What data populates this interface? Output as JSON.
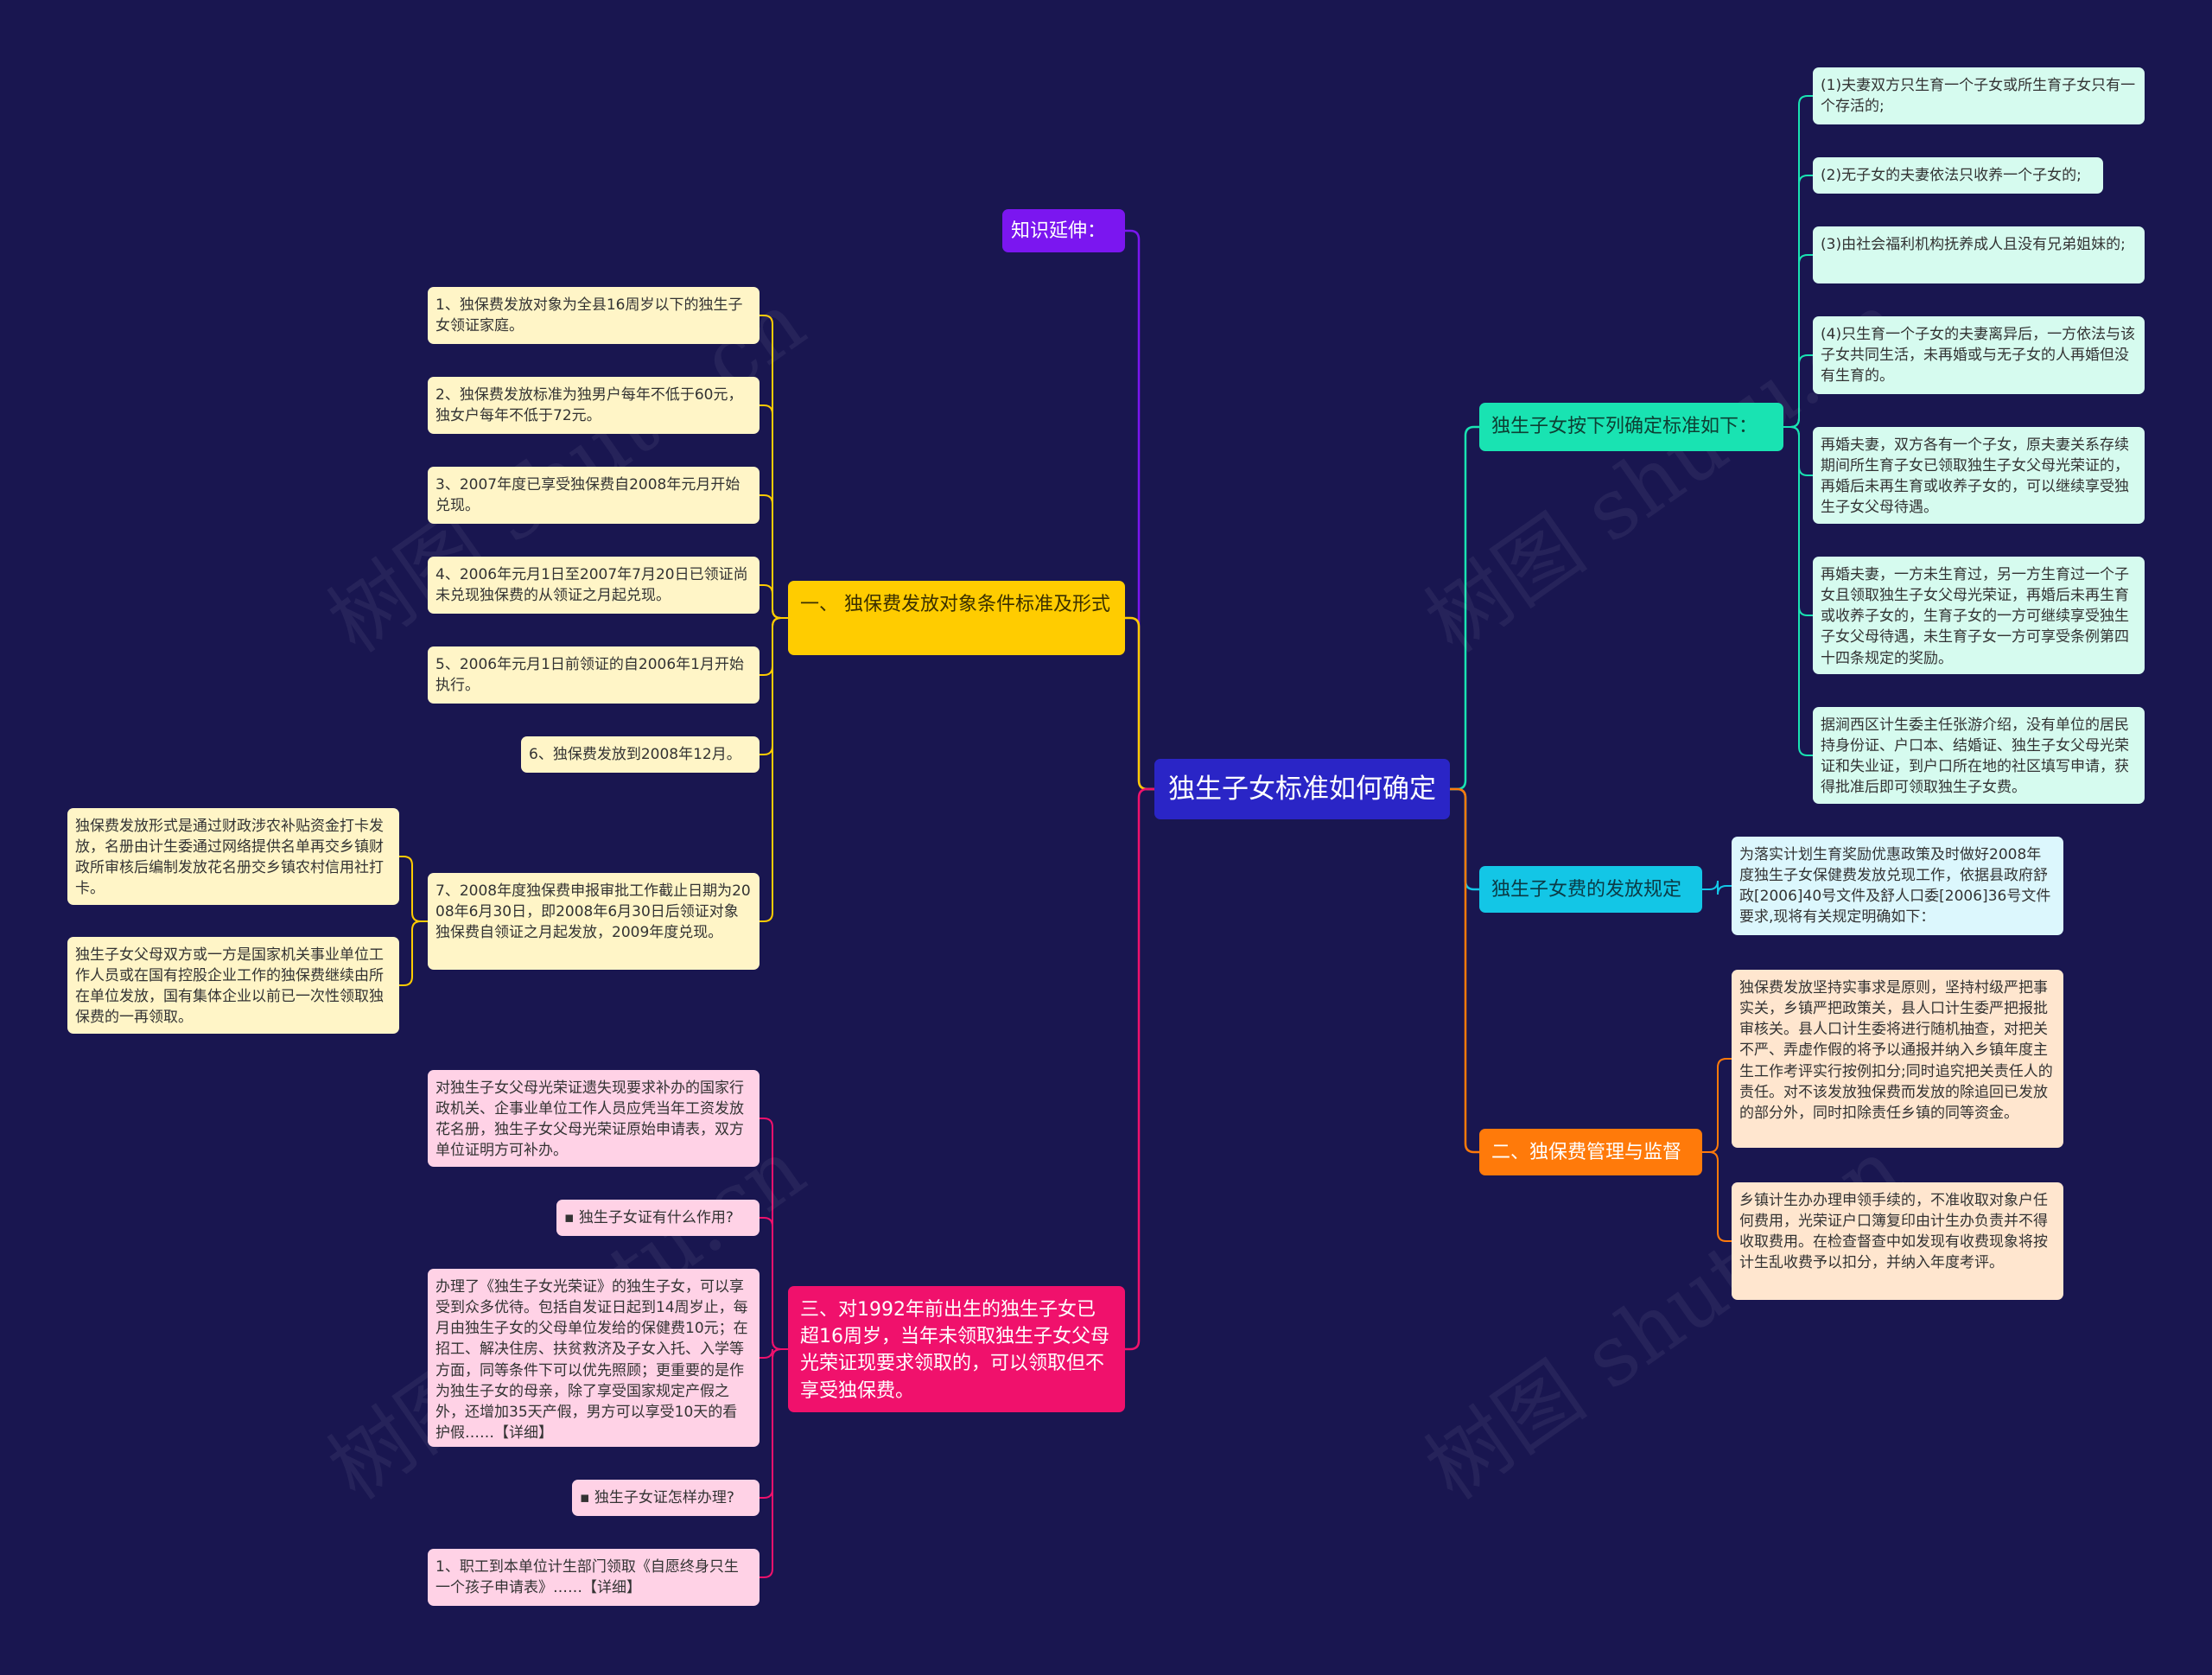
{
  "root": {
    "label": "独生子女标准如何确定"
  },
  "knowledge": {
    "label": "知识延伸："
  },
  "section1": {
    "label": "一、 独保费发放对象条件标准及形式",
    "items": [
      "1、独保费发放对象为全县16周岁以下的独生子女领证家庭。",
      "2、独保费发放标准为独男户每年不低于60元，独女户每年不低于72元。",
      "3、2007年度已享受独保费自2008年元月开始兑现。",
      "4、2006年元月1日至2007年7月20日已领证尚未兑现独保费的从领证之月起兑现。",
      "5、2006年元月1日前领证的自2006年1月开始执行。",
      "6、独保费发放到2008年12月。",
      "7、2008年度独保费申报审批工作截止日期为2008年6月30日，即2008年6月30日后领证对象独保费自领证之月起发放，2009年度兑现。"
    ],
    "sub": [
      "独保费发放形式是通过财政涉农补贴资金打卡发放，名册由计生委通过网络提供名单再交乡镇财政所审核后编制发放花名册交乡镇农村信用社打卡。",
      "独生子女父母双方或一方是国家机关事业单位工作人员或在国有控股企业工作的独保费继续由所在单位发放，国有集体企业以前已一次性领取独保费的一再领取。"
    ]
  },
  "section3": {
    "label": "三、对1992年前出生的独生子女已超16周岁，当年未领取独生子女父母光荣证现要求领取的，可以领取但不享受独保费。",
    "items": [
      "对独生子女父母光荣证遗失现要求补办的国家行政机关、企事业单位工作人员应凭当年工资发放花名册，独生子女父母光荣证原始申请表，双方单位证明方可补办。",
      "▪ 独生子女证有什么作用?",
      "办理了《独生子女光荣证》的独生子女，可以享受到众多优待。包括自发证日起到14周岁止，每月由独生子女的父母单位发给的保健费10元；在招工、解决住房、扶贫救济及子女入托、入学等方面，同等条件下可以优先照顾；更重要的是作为独生子女的母亲，除了享受国家规定产假之外，还增加35天产假，男方可以享受10天的看护假……【详细】",
      "▪ 独生子女证怎样办理?",
      "1、职工到本单位计生部门领取《自愿终身只生一个孩子申请表》……【详细】"
    ]
  },
  "standard": {
    "label": "独生子女按下列确定标准如下：",
    "items": [
      "(1)夫妻双方只生育一个子女或所生育子女只有一个存活的;",
      "(2)无子女的夫妻依法只收养一个子女的;",
      "(3)由社会福利机构抚养成人且没有兄弟姐妹的;",
      "(4)只生育一个子女的夫妻离异后，一方依法与该子女共同生活，未再婚或与无子女的人再婚但没有生育的。",
      "再婚夫妻，双方各有一个子女，原夫妻关系存续期间所生育子女已领取独生子女父母光荣证的，再婚后未再生育或收养子女的，可以继续享受独生子女父母待遇。",
      "再婚夫妻，一方未生育过，另一方生育过一个子女且领取独生子女父母光荣证，再婚后未再生育或收养子女的，生育子女的一方可继续享受独生子女父母待遇，未生育子女一方可享受条例第四十四条规定的奖励。",
      "据涧西区计生委主任张游介绍，没有单位的居民持身份证、户口本、结婚证、独生子女父母光荣证和失业证，到户口所在地的社区填写申请，获得批准后即可领取独生子女费。"
    ]
  },
  "issuance": {
    "label": "独生子女费的发放规定",
    "items": [
      "为落实计划生育奖励优惠政策及时做好2008年度独生子女保健费发放兑现工作，依据县政府舒政[2006]40号文件及舒人口委[2006]36号文件要求,现将有关规定明确如下："
    ]
  },
  "section2": {
    "label": "二、独保费管理与监督",
    "items": [
      "独保费发放坚持实事求是原则，坚持村级严把事实关，乡镇严把政策关，县人口计生委严把报批审核关。县人口计生委将进行随机抽查，对把关不严、弄虚作假的将予以通报并纳入乡镇年度主生工作考评实行按例扣分;同时追究把关责任人的责任。对不该发放独保费而发放的除追回已发放的部分外，同时扣除责任乡镇的同等资金。",
      "乡镇计生办办理申领手续的，不准收取对象户任何费用，光荣证户口簿复印由计生办负责并不得收取费用。在检查督查中如发现有收费现象将按计生乱收费予以扣分，并纳入年度考评。"
    ]
  },
  "watermark": "树图 shutu.cn",
  "colors": {
    "background": "#191650",
    "root": "#2a25c6",
    "purple": "#7b16f0",
    "yellow": "#ffcc00",
    "pink": "#f0116c",
    "teal": "#19e3b2",
    "cyan": "#13c6e6",
    "orange": "#ff7a0a"
  }
}
